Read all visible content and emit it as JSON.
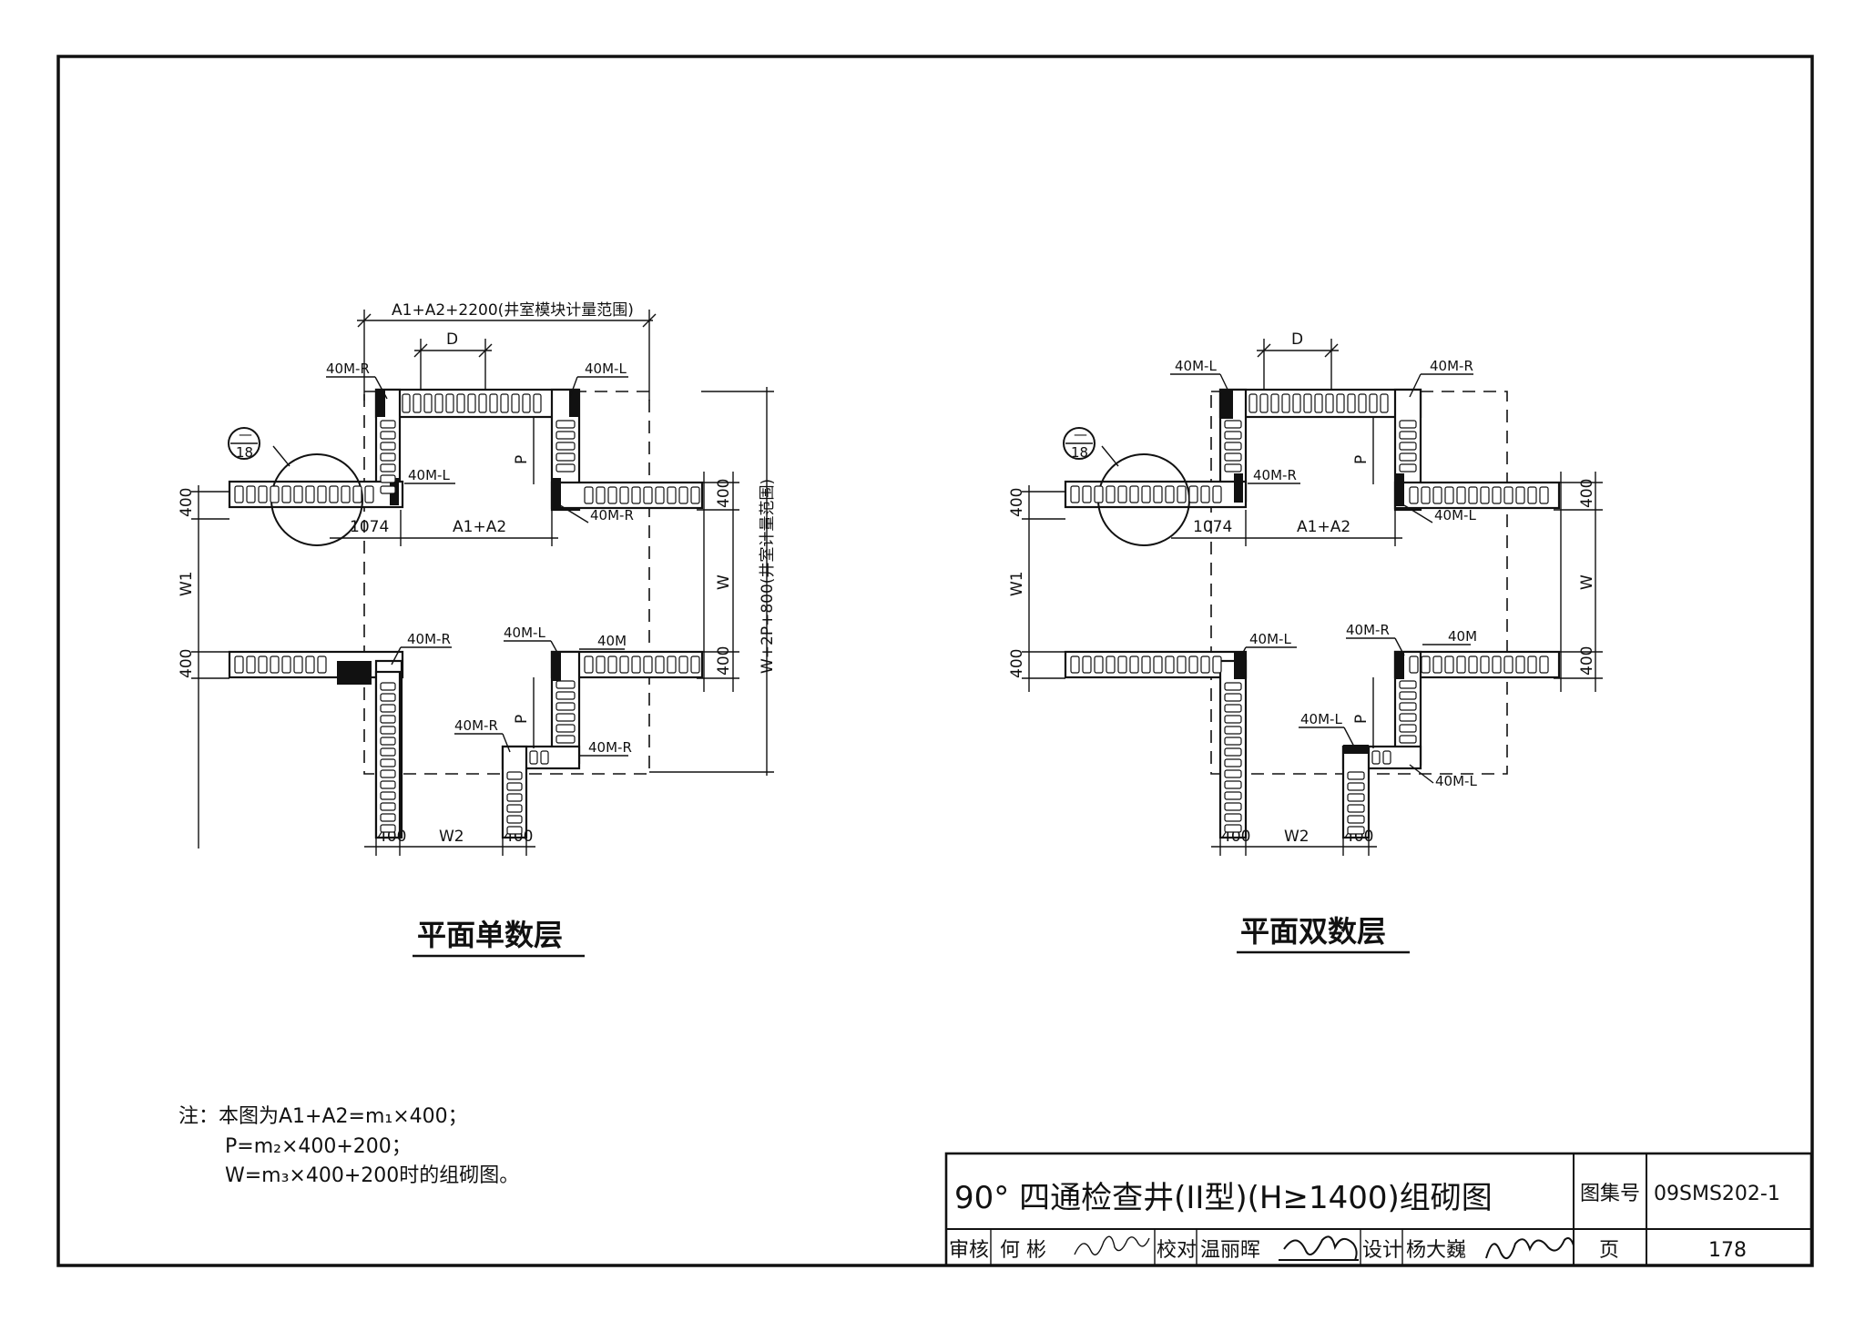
{
  "left_plan": {
    "title": "平面单数层",
    "top_dim": "A1+A2+2200(井室模块计量范围)",
    "right_dim": "W+2P+800(井室计量范围)",
    "D": "D",
    "P_top": "P",
    "P_bottom": "P",
    "W1": "W1",
    "W": "W",
    "W2": "W2",
    "A1A2": "A1+A2",
    "d1074": "1074",
    "d400_tl": "400",
    "d400_bl": "400",
    "d400_tr": "400",
    "d400_br": "400",
    "d400_bot_l": "400",
    "d400_bot_r": "400",
    "detail_top": "—",
    "detail_bottom": "18",
    "m_tl": "40M-R",
    "m_tr": "40M-L",
    "m_inner_l": "40M-L",
    "m_inner_r": "40M-R",
    "m_bl": "40M-R",
    "m_br_l": "40M-L",
    "m_br": "40M",
    "m_br2": "40M-R",
    "m_b_r": "40M-R"
  },
  "right_plan": {
    "title": "平面双数层",
    "D": "D",
    "P_top": "P",
    "P_bottom": "P",
    "W1": "W1",
    "W": "W",
    "W2": "W2",
    "A1A2": "A1+A2",
    "d1074": "1074",
    "d400_tl": "400",
    "d400_bl": "400",
    "d400_tr": "400",
    "d400_br": "400",
    "d400_bot_l": "400",
    "d400_bot_r": "400",
    "detail_top": "—",
    "detail_bottom": "18",
    "m_tl": "40M-L",
    "m_tr": "40M-R",
    "m_inner_l": "40M-R",
    "m_inner_r": "40M-L",
    "m_bl": "40M-L",
    "m_br_l": "40M-R",
    "m_br": "40M",
    "m_b_l": "40M-L",
    "m_b_r": "40M-L"
  },
  "notes": {
    "line1": "注：本图为A1+A2=m₁×400；",
    "line2": "P=m₂×400+200；",
    "line3": "W=m₃×400+200时的组砌图。"
  },
  "title_block": {
    "title": "90° 四通检查井(II型)(H≥1400)组砌图",
    "atlas_label": "图集号",
    "atlas_no": "09SMS202-1",
    "review_label": "审核",
    "reviewer": "何 彬",
    "check_label": "校对",
    "checker": "温丽晖",
    "design_label": "设计",
    "designer": "杨大巍",
    "page_label": "页",
    "page_no": "178"
  }
}
